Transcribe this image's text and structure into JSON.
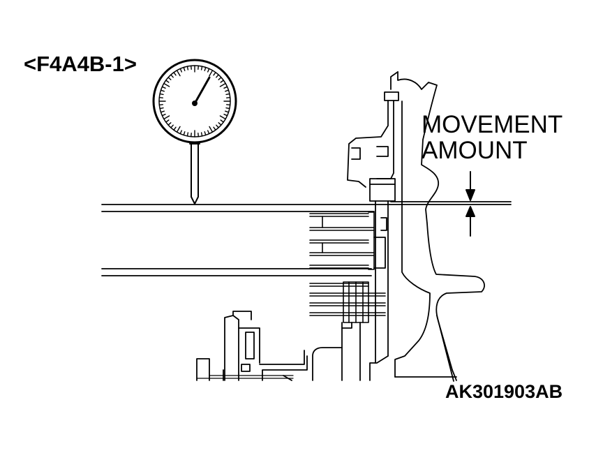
{
  "diagram": {
    "model_title": "<F4A4B-1>",
    "annotation": {
      "line1": "MOVEMENT",
      "line2": "AMOUNT"
    },
    "part_number": "AK301903AB"
  },
  "colors": {
    "line": "#000000",
    "background": "#ffffff"
  }
}
